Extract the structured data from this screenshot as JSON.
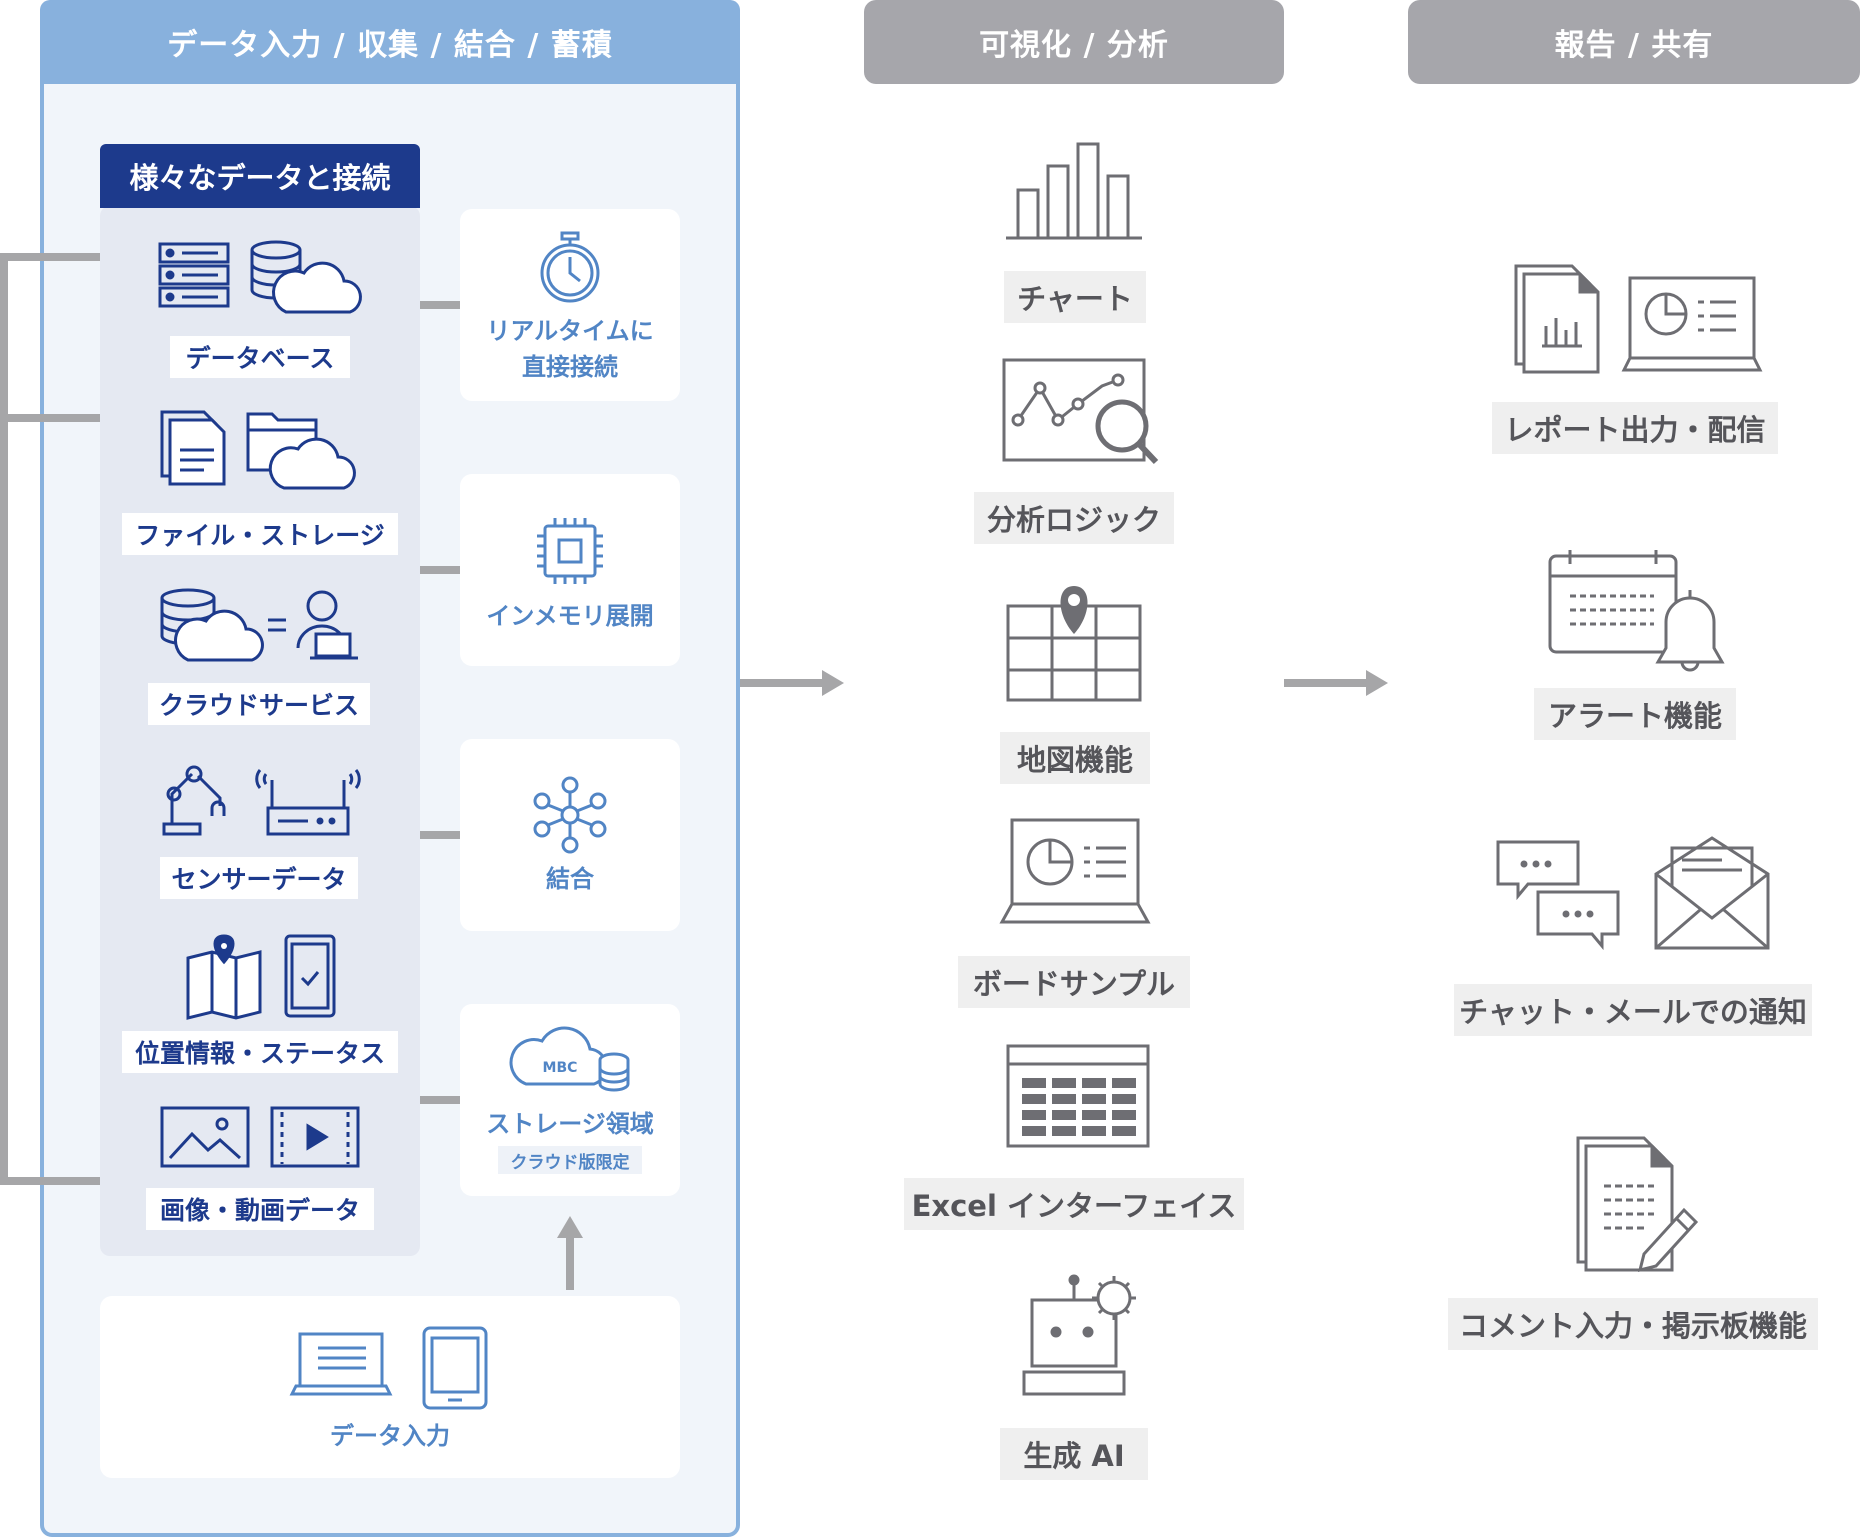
{
  "headers": {
    "collect": "データ入力 / 収集 / 結合 / 蓄積",
    "visualize": "可視化 / 分析",
    "report": "報告 / 共有"
  },
  "sources": {
    "title": "様々なデータと接続",
    "items": [
      "データベース",
      "ファイル・ストレージ",
      "クラウドサービス",
      "センサーデータ",
      "位置情報・ステータス",
      "画像・動画データ"
    ]
  },
  "processing": {
    "realtime_line1": "リアルタイムに",
    "realtime_line2": "直接接続",
    "inmemory": "インメモリ展開",
    "join": "結合",
    "storage": "ストレージ領域",
    "storage_note": "クラウド版限定",
    "storage_icon_text": "MBC"
  },
  "data_input": "データ入力",
  "visualize": {
    "items": [
      "チャート",
      "分析ロジック",
      "地図機能",
      "ボードサンプル",
      "Excel インターフェイス",
      "生成 AI"
    ]
  },
  "report": {
    "items": [
      "レポート出力・配信",
      "アラート機能",
      "チャット・メールでの通知",
      "コメント入力・掲示板機能"
    ]
  },
  "colors": {
    "header_blue": "#88b1dd",
    "navy": "#1d3a8c",
    "accent_blue": "#5185c5",
    "header_gray": "#a6a6ab",
    "icon_gray": "#6e6e73"
  }
}
